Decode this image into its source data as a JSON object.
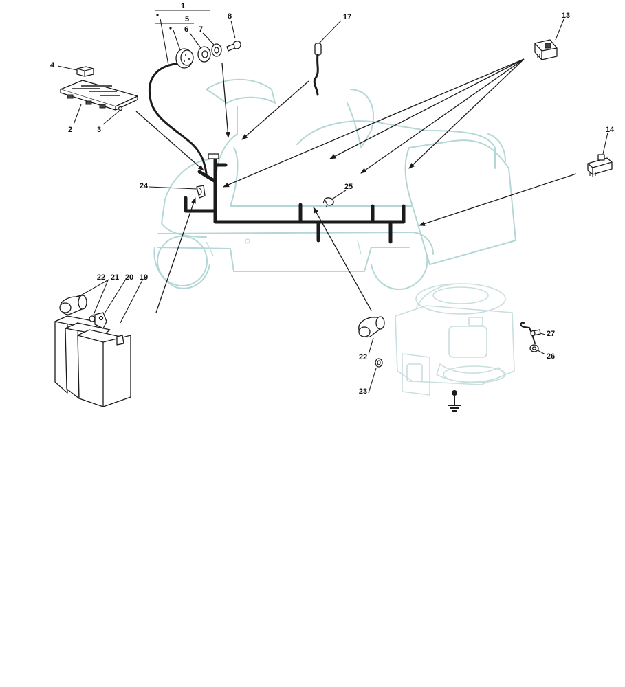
{
  "callouts": {
    "c1": "1",
    "c2": "2",
    "c3": "3",
    "c4": "4",
    "c5": "5",
    "c6": "6",
    "c7": "7",
    "c8": "8",
    "c13": "13",
    "c14": "14",
    "c17": "17",
    "c19": "19",
    "c20": "20",
    "c21": "21",
    "c22a": "22",
    "c22b": "22",
    "c23": "23",
    "c24": "24",
    "c25": "25",
    "c26": "26",
    "c27": "27"
  },
  "colors": {
    "outline": "#b5d6d6",
    "harness": "#1b1b1b",
    "label": "#111111"
  }
}
